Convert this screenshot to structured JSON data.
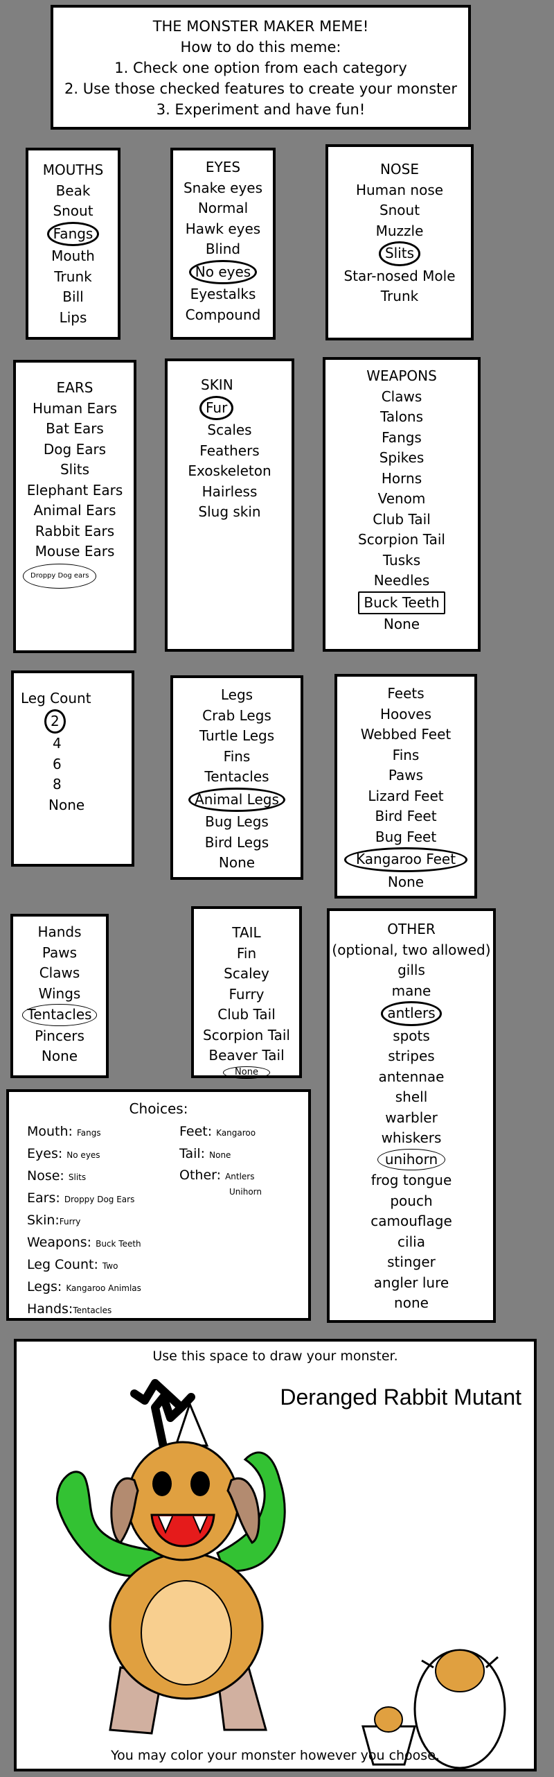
{
  "header": {
    "title": "THE MONSTER MAKER MEME!",
    "subtitle": "How to do this meme:",
    "steps": [
      "1. Check one option from each category",
      "2. Use those checked features to create your monster",
      "3. Experiment and have fun!"
    ]
  },
  "mouths": {
    "title": "MOUTHS",
    "items": [
      "Beak",
      "Snout",
      "Fangs",
      "Mouth",
      "Trunk",
      "Bill",
      "Lips"
    ]
  },
  "eyes": {
    "title": "EYES",
    "items": [
      "Snake eyes",
      "Normal",
      "Hawk eyes",
      "Blind",
      "No eyes",
      "Eyestalks",
      "Compound"
    ]
  },
  "nose": {
    "title": "NOSE",
    "items": [
      "Human nose",
      "Snout",
      "Muzzle",
      "Slits",
      "Star-nosed Mole",
      "Trunk"
    ]
  },
  "ears": {
    "title": "EARS",
    "items": [
      "Human Ears",
      "Bat Ears",
      "Dog Ears",
      "Slits",
      "Elephant Ears",
      "Animal Ears",
      "Rabbit Ears",
      "Mouse Ears"
    ],
    "note": "Droppy Dog ears"
  },
  "skin": {
    "title": "SKIN",
    "items": [
      "Fur",
      "Scales",
      "Feathers",
      "Exoskeleton",
      "Hairless",
      "Slug skin"
    ]
  },
  "weapons": {
    "title": "WEAPONS",
    "items": [
      "Claws",
      "Talons",
      "Fangs",
      "Spikes",
      "Horns",
      "Venom",
      "Club Tail",
      "Scorpion Tail",
      "Tusks",
      "Needles",
      "Buck Teeth",
      "None"
    ]
  },
  "legcount": {
    "title": "Leg Count",
    "items": [
      "2",
      "4",
      "6",
      "8",
      "None"
    ]
  },
  "legs": {
    "title": "Legs",
    "items": [
      "Crab Legs",
      "Turtle Legs",
      "Fins",
      "Tentacles",
      "Animal Legs",
      "Bug Legs",
      "Bird Legs",
      "None"
    ]
  },
  "feet": {
    "title": "Feets",
    "items": [
      "Hooves",
      "Webbed Feet",
      "Fins",
      "Paws",
      "Lizard Feet",
      "Bird Feet",
      "Bug Feet",
      "Kangaroo Feet",
      "None"
    ]
  },
  "hands": {
    "title": "Hands",
    "items": [
      "Paws",
      "Claws",
      "Wings",
      "Tentacles",
      "Pincers",
      "None"
    ]
  },
  "tail": {
    "title": "TAIL",
    "items": [
      "Fin",
      "Scaley",
      "Furry",
      "Club Tail",
      "Scorpion Tail",
      "Beaver Tail"
    ],
    "scribble": "None"
  },
  "other": {
    "title": "OTHER",
    "subtitle": "(optional, two allowed)",
    "items": [
      "gills",
      "mane",
      "antlers",
      "spots",
      "stripes",
      "antennae",
      "shell",
      "warbler",
      "whiskers",
      "unihorn",
      "frog tongue",
      "pouch",
      "camouflage",
      "cilia",
      "stinger",
      "angler lure",
      "none"
    ]
  },
  "choices": {
    "title": "Choices:",
    "left": [
      {
        "k": "Mouth:",
        "v": "Fangs"
      },
      {
        "k": "Eyes:",
        "v": "No eyes"
      },
      {
        "k": "Nose:",
        "v": "Slits"
      },
      {
        "k": "Ears:",
        "v": "Droppy Dog Ears"
      },
      {
        "k": "Skin:",
        "v": "Furry"
      },
      {
        "k": "Weapons:",
        "v": "Buck Teeth"
      },
      {
        "k": "Leg Count:",
        "v": "Two"
      },
      {
        "k": "Legs:",
        "v": "Kangaroo Animlas"
      },
      {
        "k": "Hands:",
        "v": "Tentacles"
      }
    ],
    "right": [
      {
        "k": "Feet:",
        "v": "Kangaroo"
      },
      {
        "k": "Tail:",
        "v": "None"
      },
      {
        "k": "Other:",
        "v": "Antlers",
        "v2": "Unihorn"
      }
    ]
  },
  "drawing": {
    "top_text": "Use this space to draw your monster.",
    "monster_name": "Deranged Rabbit Mutant",
    "bottom_text": "You may color your monster however you choose.",
    "colors": {
      "body": "#e0a040",
      "belly": "#f8cf8f",
      "horn": "#ffffff",
      "tentacle": "#33c233",
      "ear": "#b38b70",
      "limb": "#d1b0a0",
      "bg": "#808080"
    }
  }
}
